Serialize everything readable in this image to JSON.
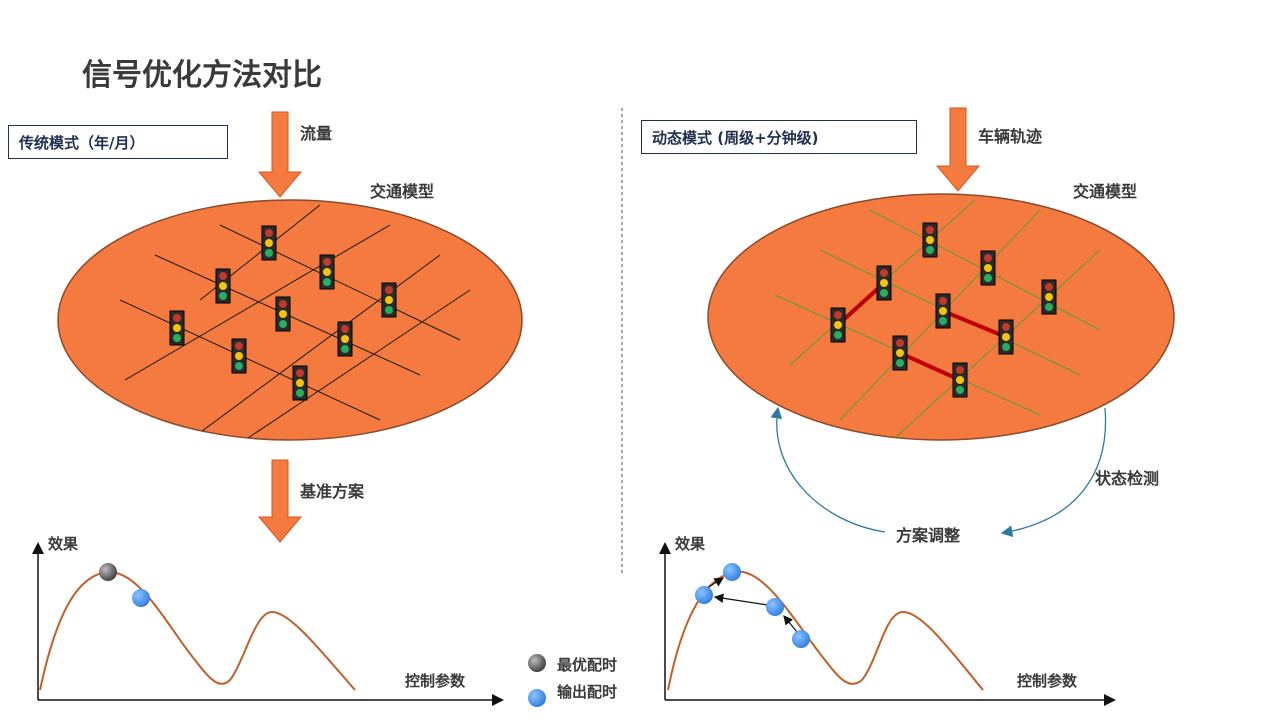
{
  "title": "信号优化方法对比",
  "left": {
    "mode_label": "传统模式（年/月）",
    "input_label": "流量",
    "model_label": "交通模型",
    "output_label": "基准方案",
    "chart": {
      "y_label": "效果",
      "x_label": "控制参数"
    }
  },
  "right": {
    "mode_label": "动态模式 (周级+分钟级)",
    "input_label": "车辆轨迹",
    "model_label": "交通模型",
    "loop_right_label": "状态检测",
    "loop_bottom_label": "方案调整",
    "chart": {
      "y_label": "效果",
      "x_label": "控制参数"
    }
  },
  "legend": [
    {
      "label": "最优配时",
      "color": "#5a5a5a"
    },
    {
      "label": "输出配时",
      "color": "#4a90e2"
    }
  ],
  "colors": {
    "ellipse_fill": "#f47a40",
    "arrow_fill": "#f47a40",
    "curve": "#c0602a",
    "route": "#c00000",
    "green_lines": "#5a9a3a",
    "loop_arrow": "#2d7aa0",
    "box_border": "#1f2f4f"
  }
}
